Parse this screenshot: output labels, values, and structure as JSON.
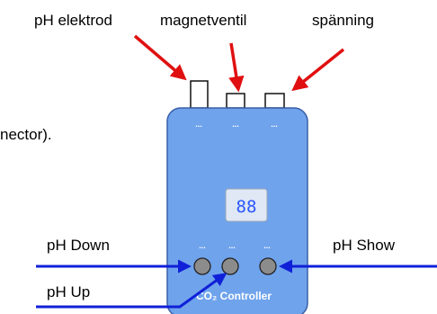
{
  "labels": {
    "ph_elektrod": "pH elektrod",
    "magnetventil": "magnetventil",
    "spanning": "spänning",
    "connector_fragment": "nector).",
    "ph_down": "pH Down",
    "ph_up": "pH Up",
    "ph_show": "pH Show"
  },
  "device": {
    "title": "CO₂ Controller",
    "display": "88",
    "port_dots": [
      "...",
      "...",
      "..."
    ],
    "button_dots": [
      "...",
      "...",
      "..."
    ]
  },
  "colors": {
    "device_fill": "#6fa3ec",
    "device_stroke": "#3a5ea8",
    "arrow_red": "#e01010",
    "arrow_blue": "#1020d8",
    "button_fill": "#8c8c8c",
    "lcd_fill": "#dfe8f4"
  }
}
